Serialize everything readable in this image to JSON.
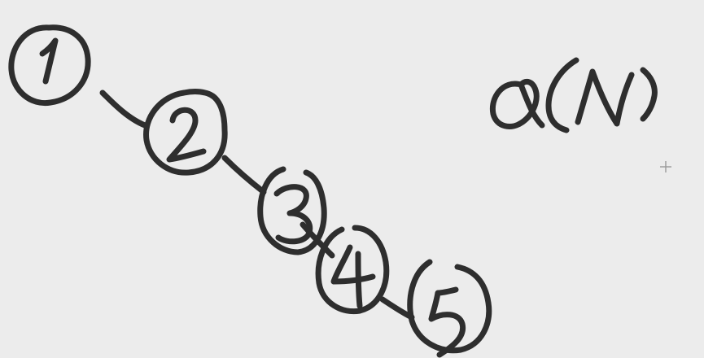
{
  "canvas": {
    "background": "#ececec",
    "ink_color": "#2e2e2e"
  },
  "diagram": {
    "nodes": [
      {
        "id": "1",
        "label": "1"
      },
      {
        "id": "2",
        "label": "2"
      },
      {
        "id": "3",
        "label": "3"
      },
      {
        "id": "4",
        "label": "4"
      },
      {
        "id": "5",
        "label": "5"
      }
    ],
    "edges": [
      {
        "from": "1",
        "to": "2"
      },
      {
        "from": "2",
        "to": "3"
      },
      {
        "from": "3",
        "to": "4"
      },
      {
        "from": "4",
        "to": "5"
      }
    ],
    "complexity_note": "O(N)"
  },
  "cursor": {
    "icon": "crosshair-cursor-icon"
  }
}
